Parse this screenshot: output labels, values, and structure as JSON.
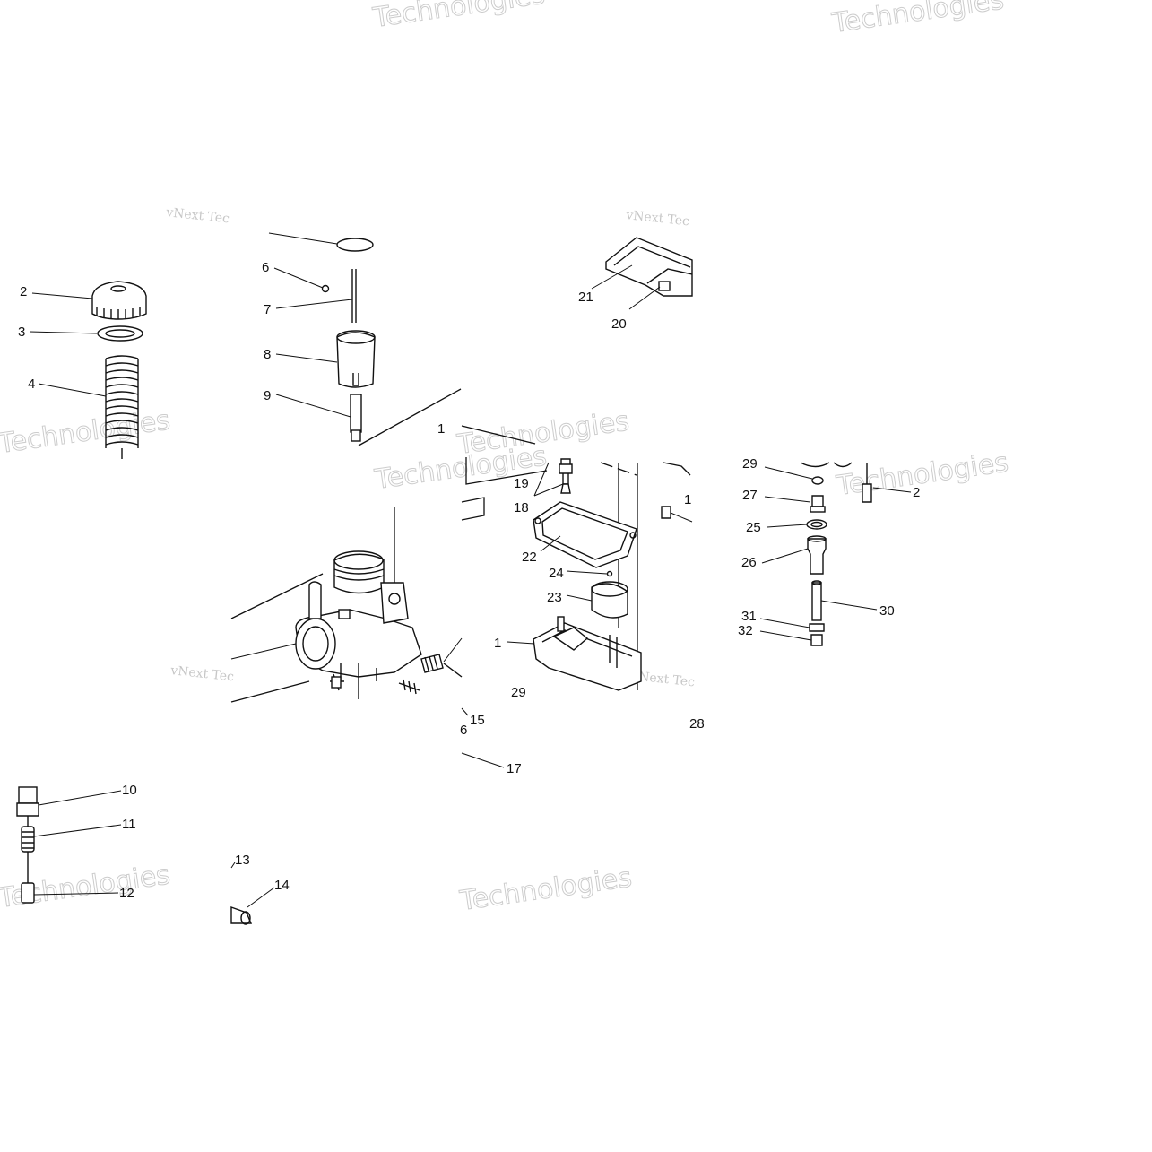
{
  "watermarks": {
    "technologies": "Technologies",
    "vnext_tec": "vNext Tec",
    "vnext": "vNext",
    "technologies_partial": "Technologies"
  },
  "callouts": {
    "c1_top": "1",
    "c1_bowl": "1",
    "c2": "2",
    "c3": "3",
    "c4": "4",
    "c6": "6",
    "c6b": "6",
    "c7": "7",
    "c8": "8",
    "c9": "9",
    "c10": "10",
    "c11": "11",
    "c12": "12",
    "c13": "13",
    "c14": "14",
    "c15": "15",
    "c17": "17",
    "c18": "18",
    "c19": "19",
    "c20": "20",
    "c21": "21",
    "c22": "22",
    "c23": "23",
    "c24": "24",
    "c25": "25",
    "c26": "26",
    "c27": "27",
    "c28": "28",
    "c29": "29",
    "c29b": "29",
    "c30": "30",
    "c31": "31",
    "c32": "32",
    "c1x": "1",
    "c2x": "2"
  }
}
